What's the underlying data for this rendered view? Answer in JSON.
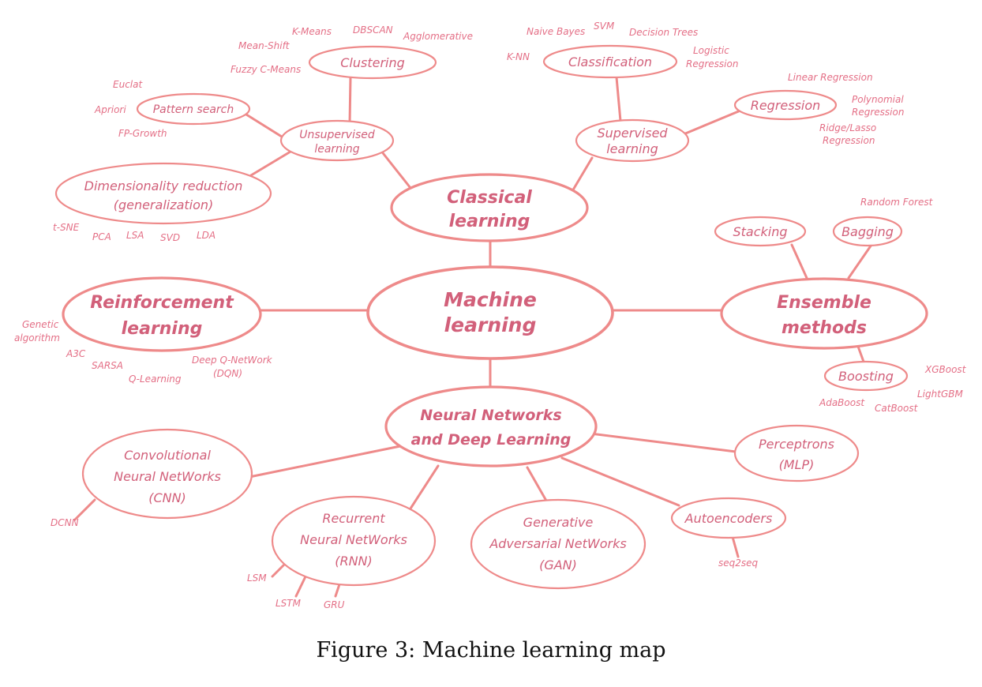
{
  "caption": "Figure 3: Machine learning map",
  "colors": {
    "line": "#ee8a8a",
    "node_text": "#d2607a",
    "leaf_text": "#e46f86"
  },
  "nodes": {
    "machine_learning": [
      "Machine",
      "learning"
    ],
    "classical": [
      "Classical",
      "learning"
    ],
    "reinforcement": [
      "Reinforcement",
      "learning"
    ],
    "ensemble": [
      "Ensemble",
      "methods"
    ],
    "neural": [
      "Neural Networks",
      "and Deep Learning"
    ],
    "unsupervised": [
      "Unsupervised",
      "learning"
    ],
    "supervised": [
      "Supervised",
      "learning"
    ],
    "clustering": [
      "Clustering"
    ],
    "pattern_search": [
      "Pattern search"
    ],
    "dim_reduction": [
      "Dimensionality reduction",
      "(generalization)"
    ],
    "classification": [
      "Classification"
    ],
    "regression": [
      "Regression"
    ],
    "stacking": [
      "Stacking"
    ],
    "bagging": [
      "Bagging"
    ],
    "boosting": [
      "Boosting"
    ],
    "cnn": [
      "Convolutional",
      "Neural NetWorks",
      "(CNN)"
    ],
    "rnn": [
      "Recurrent",
      "Neural NetWorks",
      "(RNN)"
    ],
    "gan": [
      "Generative",
      "Adversarial NetWorks",
      "(GAN)"
    ],
    "autoencoders": [
      "Autoencoders"
    ],
    "perceptrons": [
      "Perceptrons",
      "(MLP)"
    ]
  },
  "leaves": {
    "kmeans": "K-Means",
    "dbscan": "DBSCAN",
    "agglomerative": "Agglomerative",
    "meanshift": "Mean-Shift",
    "fuzzy": "Fuzzy C-Means",
    "euclat": "Euclat",
    "apriori": "Apriori",
    "fpgrowth": "FP-Growth",
    "tsne": "t-SNE",
    "pca": "PCA",
    "lsa": "LSA",
    "svd": "SVD",
    "lda": "LDA",
    "naive_bayes": "Naive Bayes",
    "svm": "SVM",
    "decision_trees": "Decision Trees",
    "knn": "K-NN",
    "logistic": [
      "Logistic",
      "Regression"
    ],
    "linear_reg": "Linear Regression",
    "polynomial": [
      "Polynomial",
      "Regression"
    ],
    "ridge": [
      "Ridge/Lasso",
      "Regression"
    ],
    "random_forest": "Random Forest",
    "xgboost": "XGBoost",
    "lightgbm": "LightGBM",
    "adaboost": "AdaBoost",
    "catboost": "CatBoost",
    "genetic": [
      "Genetic",
      "algorithm"
    ],
    "a3c": "A3C",
    "sarsa": "SARSA",
    "qlearning": "Q-Learning",
    "dqn": [
      "Deep Q-NetWork",
      "(DQN)"
    ],
    "dcnn": "DCNN",
    "lsm": "LSM",
    "lstm": "LSTM",
    "gru": "GRU",
    "seq2seq": "seq2seq"
  }
}
